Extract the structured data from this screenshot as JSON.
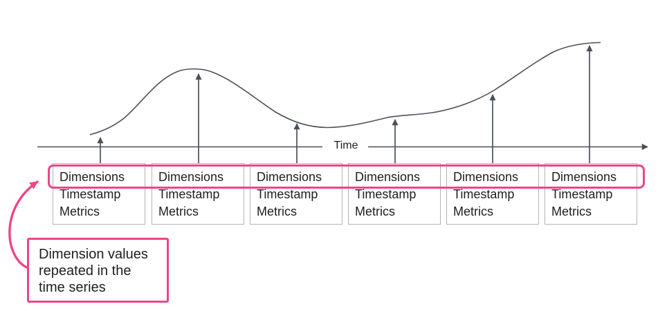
{
  "diagram": {
    "title_hidden": "",
    "axis": {
      "label": "Time"
    },
    "records": {
      "count": 6,
      "fields": {
        "dimensions": "Dimensions",
        "timestamp": "Timestamp",
        "metrics": "Metrics"
      }
    },
    "annotation": {
      "line1": "Dimension values",
      "line2": "repeated in the",
      "line3": "time series"
    },
    "icons": {
      "axis_arrow": "right-arrow-icon",
      "sample_arrows": "up-arrow-icon",
      "callout_arrow": "curved-arrow-icon"
    },
    "colors": {
      "highlight_pink": "#ec4589",
      "line_dark": "#4b4f58",
      "box_border_gray": "#b3b3b3",
      "text_dark": "#1e1e1e",
      "background": "#ffffff"
    }
  }
}
